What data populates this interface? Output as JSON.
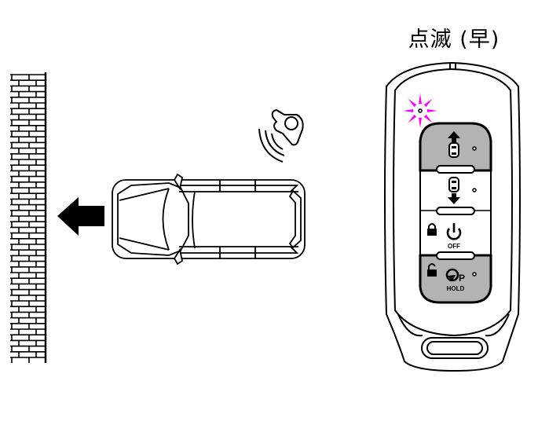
{
  "title": "点滅 (早)",
  "fob": {
    "off_label": "OFF",
    "hold_label": "HOLD",
    "park_letter": "P"
  },
  "colors": {
    "flash": "#ff00ff",
    "button_gray": "#b3b3b3",
    "line": "#000000"
  },
  "icons": [
    "brick-wall-icon",
    "direction-arrow-icon",
    "car-icon",
    "person-icon",
    "signal-waves-icon",
    "key-fob-icon",
    "forward-button-icon",
    "reverse-button-icon",
    "lock-icon",
    "power-icon",
    "unlock-icon",
    "park-hold-icon",
    "flash-indicator-icon"
  ]
}
